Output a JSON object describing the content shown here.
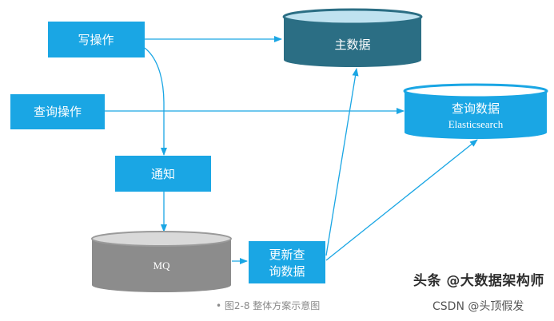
{
  "diagram": {
    "nodes": {
      "write_op": {
        "label": "写操作",
        "color": "#1aa6e4"
      },
      "query_op": {
        "label": "查询操作",
        "color": "#1aa6e4"
      },
      "notify": {
        "label": "通知",
        "color": "#1aa6e4"
      },
      "update_query": {
        "line1": "更新查",
        "line2": "询数据",
        "color": "#1aa6e4"
      },
      "main_data": {
        "label": "主数据",
        "color": "#2b6e84"
      },
      "query_data": {
        "line1": "查询数据",
        "line2": "Elasticsearch",
        "color": "#1aa6e4"
      },
      "mq": {
        "label": "MQ",
        "color": "#8c8c8c"
      }
    },
    "edges": [
      {
        "from": "write_op",
        "to": "main_data"
      },
      {
        "from": "write_op",
        "to": "notify"
      },
      {
        "from": "query_op",
        "to": "query_data"
      },
      {
        "from": "notify",
        "to": "mq"
      },
      {
        "from": "mq",
        "to": "update_query"
      },
      {
        "from": "update_query",
        "to": "main_data"
      },
      {
        "from": "update_query",
        "to": "query_data"
      }
    ],
    "edge_color": "#1aa6e4"
  },
  "caption": "• 图2-8 整体方案示意图",
  "watermark": {
    "line1": "头条 @大数据架构师",
    "line2": "CSDN @头顶假发"
  }
}
